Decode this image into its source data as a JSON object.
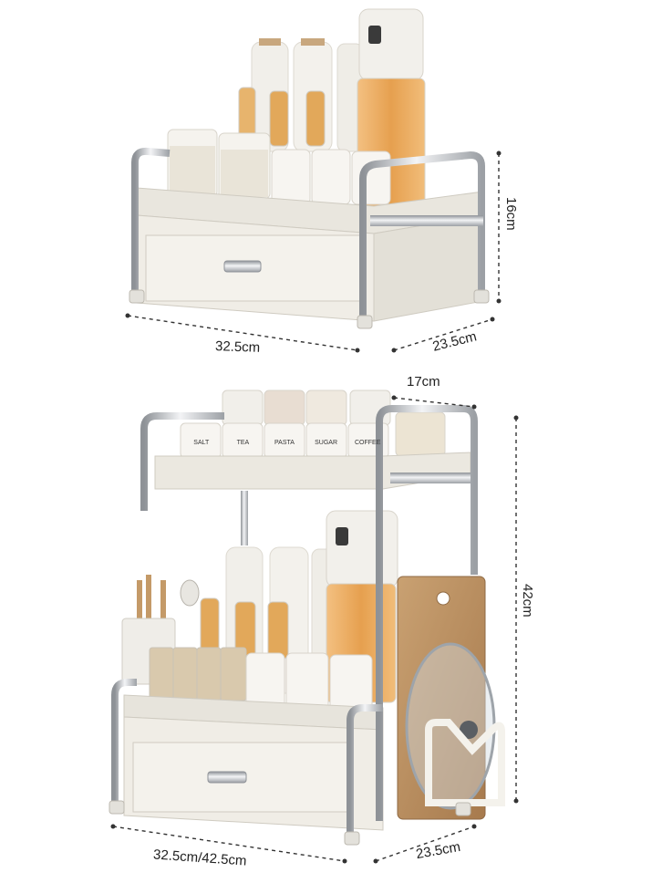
{
  "top_rack": {
    "height_label": "16cm",
    "width_label": "32.5cm",
    "depth_label": "23.5cm"
  },
  "bottom_rack": {
    "shelf_depth_label": "17cm",
    "height_label": "42cm",
    "width_label": "32.5cm/42.5cm",
    "depth_label": "23.5cm",
    "jar_labels": [
      "SALT",
      "TEA",
      "PASTA",
      "SUGAR",
      "COFFEE"
    ]
  },
  "colors": {
    "cream": "#eeebe3",
    "chrome": "#b9bcc0",
    "wood": "#b98f62",
    "oil": "#e9a75a"
  }
}
